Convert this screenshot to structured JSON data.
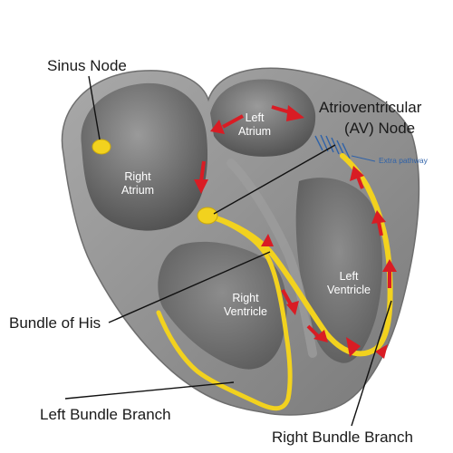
{
  "labels": {
    "sinus_node": "Sinus Node",
    "av_node_line1": "Atrioventricular",
    "av_node_line2": "(AV) Node",
    "bundle_of_his": "Bundle of His",
    "left_bundle_branch": "Left Bundle Branch",
    "right_bundle_branch": "Right Bundle Branch",
    "extra_pathway": "Extra pathway"
  },
  "chambers": {
    "right_atrium_line1": "Right",
    "right_atrium_line2": "Atrium",
    "left_atrium_line1": "Left",
    "left_atrium_line2": "Atrium",
    "right_ventricle_line1": "Right",
    "right_ventricle_line2": "Ventricle",
    "left_ventricle_line1": "Left",
    "left_ventricle_line2": "Ventricle"
  },
  "colors": {
    "conduction_path": "#f2d21e",
    "signal_arrows": "#d91c24",
    "heart_tissue": "#8f8f8f",
    "extra_pathway": "#2f62a8"
  }
}
